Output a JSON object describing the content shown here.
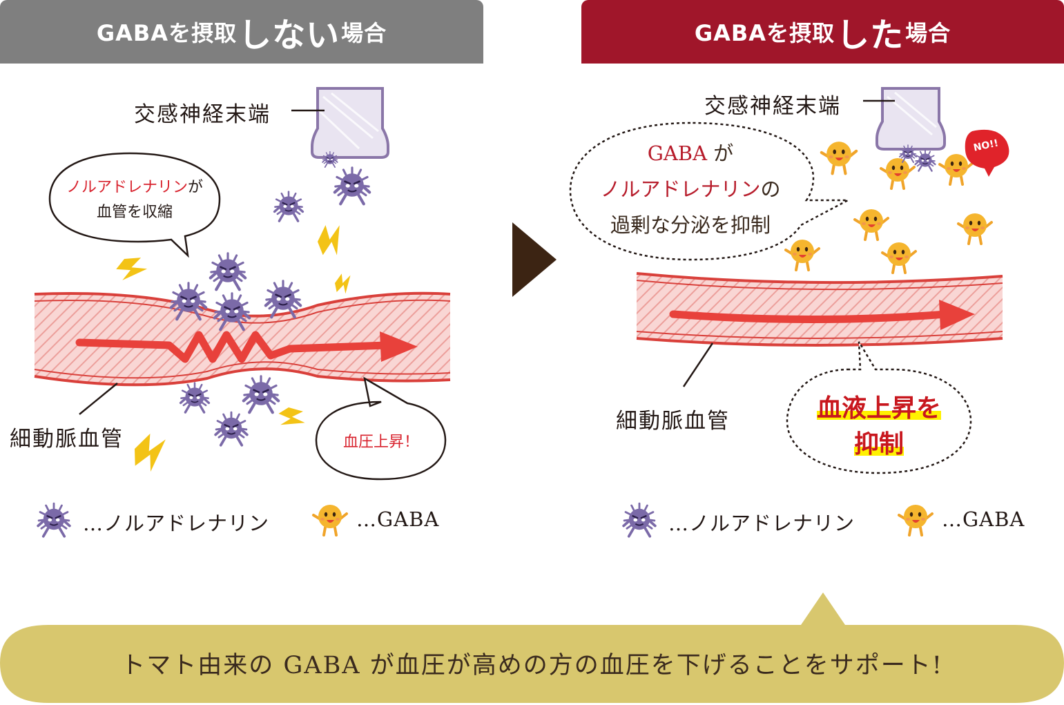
{
  "header_left": {
    "prefix": "GABAを摂取",
    "emphasis": "しない",
    "suffix": "場合"
  },
  "header_right": {
    "prefix": "GABAを摂取",
    "emphasis": "した",
    "suffix": "場合"
  },
  "left_panel": {
    "nerve_label": "交感神経末端",
    "vessel_label": "細動脈血管",
    "bubble_main": {
      "highlight": "ノルアドレナリン",
      "line1_suffix": "が",
      "line2": "血管を収縮"
    },
    "bubble_pressure": "血圧上昇！",
    "legend": {
      "noradrenaline": "…ノルアドレナリン",
      "gaba": "…GABA"
    }
  },
  "right_panel": {
    "nerve_label": "交感神経末端",
    "vessel_label": "細動脈血管",
    "bubble_main": {
      "line1_word": "GABA",
      "line1_particle": "が",
      "line2_word": "ノルアドレナリン",
      "line2_particle": "の",
      "line3": "過剰な分泌を抑制"
    },
    "bubble_result": {
      "line1": "血液上昇を",
      "line2": "抑制"
    },
    "no_badge": "NO!!",
    "legend": {
      "noradrenaline": "…ノルアドレナリン",
      "gaba": "…GABA"
    }
  },
  "footer": "トマト由来の GABA が血圧が高めの方の血圧を下げることをサポート!",
  "colors": {
    "header_left_bg": "#7f7f7f",
    "header_right_bg": "#a0162a",
    "arrow_divider": "#3c2413",
    "vessel_fill": "#f6c7c7",
    "vessel_border": "#d9403b",
    "flow_arrow": "#e8413b",
    "noradrenaline": "#7b6aa8",
    "gaba": "#f0a42a",
    "lightning": "#f3c316",
    "footer_bg": "#d8c76e",
    "text_red": "#d8222d"
  },
  "icons": {
    "noradrenaline": "spiky-purple-germ-icon",
    "gaba": "orange-smiling-ball-icon",
    "lightning": "lightning-icon",
    "divider": "triangle-arrow-right-icon"
  }
}
